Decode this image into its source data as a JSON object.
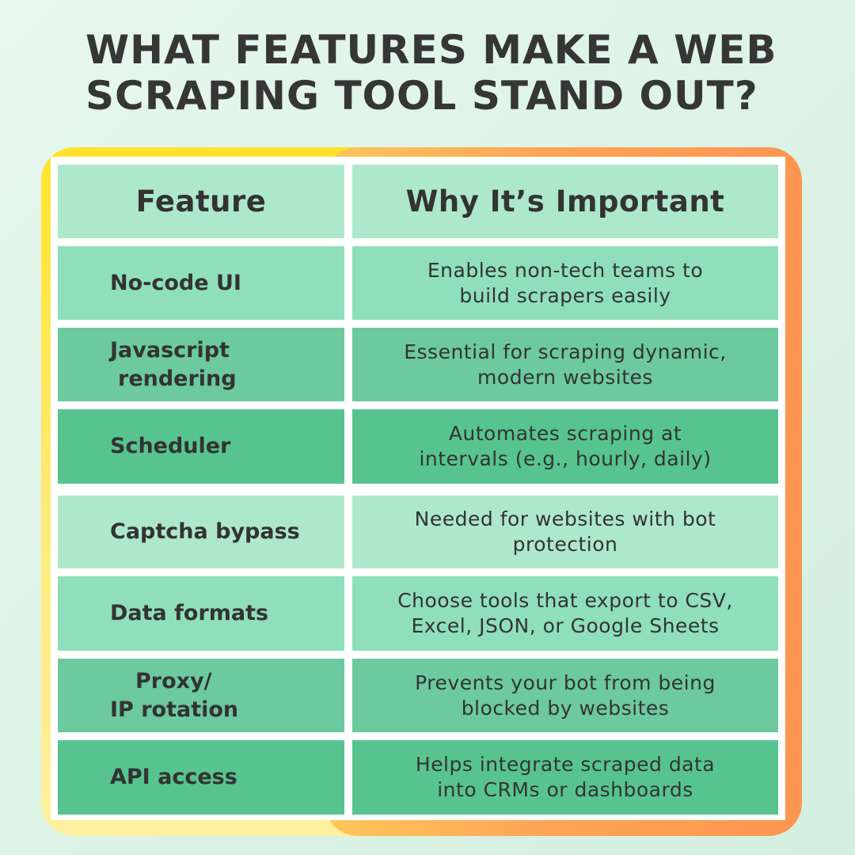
{
  "title": {
    "line1": "WHAT FEATURES MAKE A WEB",
    "line2": "SCRAPING TOOL STAND OUT?"
  },
  "table": {
    "headers": [
      "Feature",
      "Why It’s Important"
    ],
    "rows": [
      {
        "feature": [
          "No-code UI"
        ],
        "description": [
          "Enables non-tech teams to",
          "build scrapers easily"
        ]
      },
      {
        "feature": [
          "Javascript",
          " rendering"
        ],
        "description": [
          "Essential for scraping dynamic,",
          "modern websites"
        ]
      },
      {
        "feature": [
          "Scheduler"
        ],
        "description": [
          "Automates scraping at",
          "intervals (e.g., hourly, daily)"
        ]
      },
      {
        "feature": [
          "Captcha bypass"
        ],
        "description": [
          "Needed for websites with bot",
          "protection"
        ]
      },
      {
        "feature": [
          "Data formats"
        ],
        "description": [
          "Choose tools that export to CSV,",
          "Excel, JSON, or Google Sheets"
        ]
      },
      {
        "feature": [
          "   Proxy/",
          "IP rotation"
        ],
        "description": [
          "Prevents your bot from being",
          "blocked by websites"
        ]
      },
      {
        "feature": [
          "API access"
        ],
        "description": [
          "Helps integrate scraped data",
          "into CRMs or dashboards"
        ]
      }
    ]
  },
  "colors": {
    "header_bg": "#ade8cb",
    "row_shades": [
      "#8fdfbb",
      "#6cca9e",
      "#57c48f",
      "#ade8cb",
      "#8fdfbb",
      "#6cca9e",
      "#57c48f"
    ],
    "text": "#333333"
  }
}
